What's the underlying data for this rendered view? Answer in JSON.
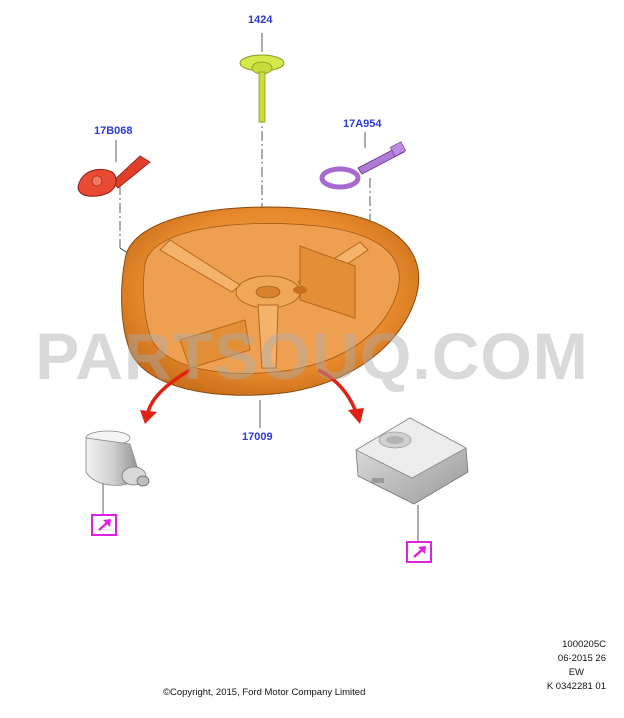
{
  "diagram": {
    "callouts": {
      "p1424": "1424",
      "p17b068": "17B068",
      "p17a954": "17A954",
      "p17009": "17009"
    },
    "watermark": "PARTSOUQ.COM",
    "reference_lines": [
      "1000205C",
      "06-2015 26",
      "EW",
      "K 0342281 01"
    ],
    "copyright": "©Copyright, 2015, Ford Motor Company Limited",
    "colors": {
      "callout_text": "#2a3bd6",
      "tray": "#e88a2e",
      "link_box": "#e020e0",
      "arrow": "#e02010"
    },
    "icons": [
      "link-arrow-icon",
      "link-arrow-icon"
    ]
  }
}
